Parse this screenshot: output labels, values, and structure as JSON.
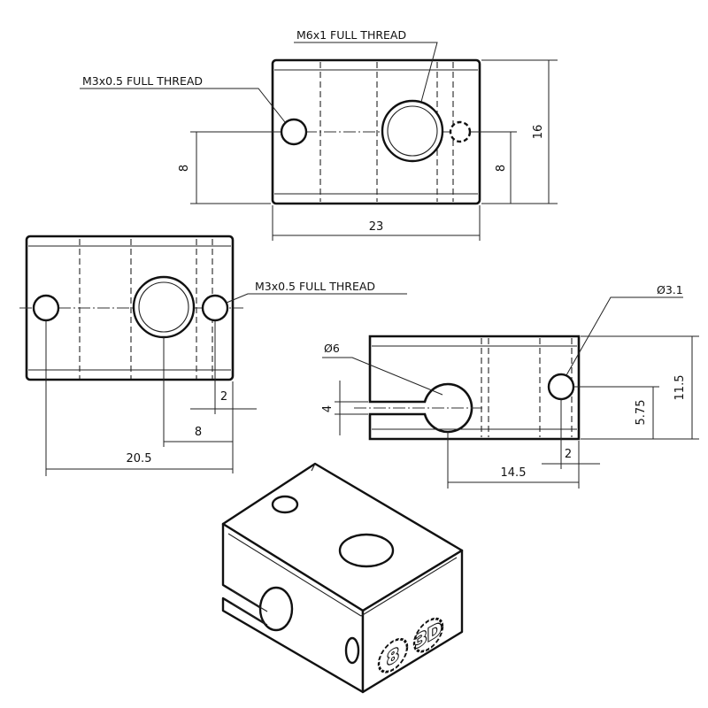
{
  "labels": {
    "m6_thread": "M6x1 FULL THREAD",
    "m3_thread_top": "M3x0.5 FULL THREAD",
    "m3_thread_mid": "M3x0.5 FULL THREAD",
    "dia_small": "Ø3.1",
    "dia_large": "Ø6"
  },
  "dimensions": {
    "top_height": "16",
    "top_width": "23",
    "top_left_hole_height": "8",
    "top_right_hole_height": "8",
    "mid_hole_offset": "2",
    "mid_center_offset": "8",
    "mid_width": "20.5",
    "side_height": "11.5",
    "side_hole_height": "5.75",
    "slot_width": "4",
    "side_hole_offset": "2",
    "side_width": "14.5"
  },
  "logo": {
    "left_glyph": "8",
    "right_glyph": "3D"
  }
}
